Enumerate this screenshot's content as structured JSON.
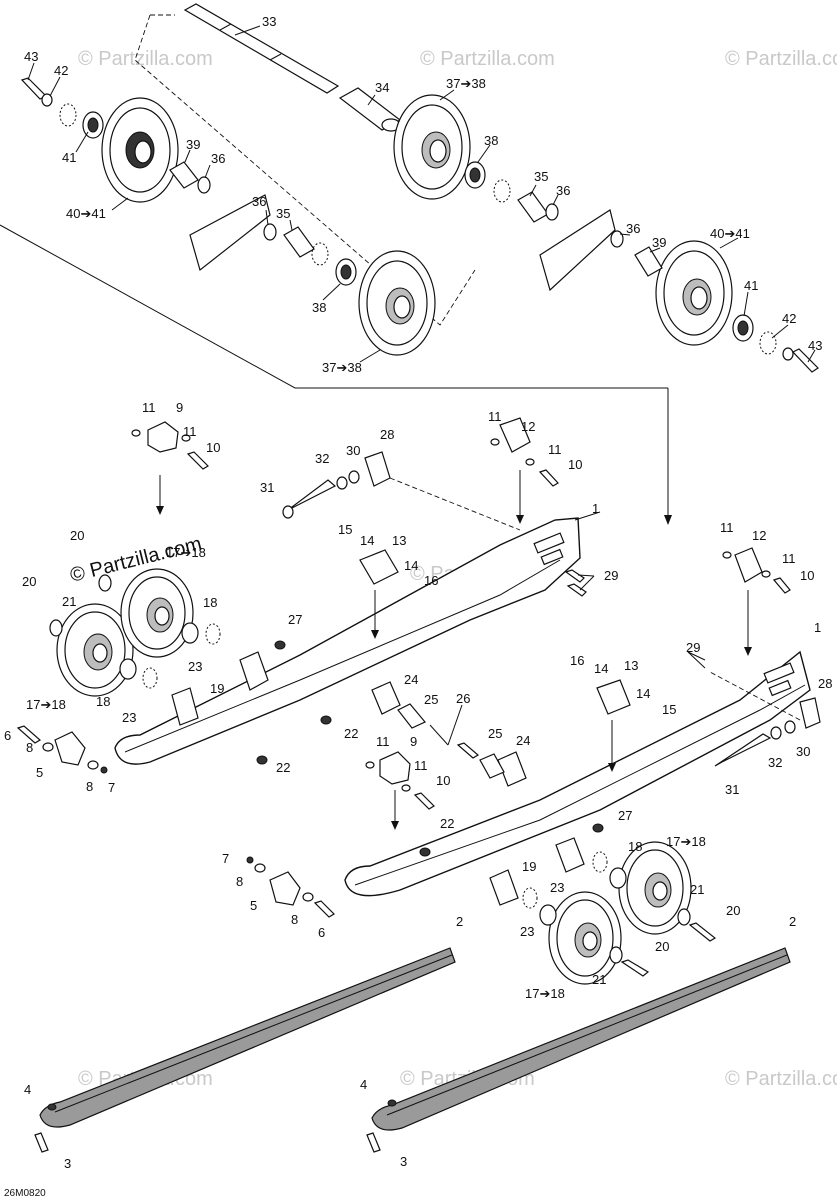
{
  "diagram": {
    "code": "26M0820",
    "watermark_text": "© Partzilla.com",
    "watermark_text_dark": "© Partzilla.com",
    "callouts": {
      "c1": "33",
      "c2": "43",
      "c3": "42",
      "c4": "34",
      "c5": "37➔38",
      "c6": "41",
      "c7": "39",
      "c8": "36",
      "c9": "38",
      "c10": "35",
      "c11": "36",
      "c12": "40➔41",
      "c13": "36",
      "c14": "35",
      "c15": "36",
      "c16": "39",
      "c17": "40➔41",
      "c18": "41",
      "c19": "38",
      "c20": "42",
      "c21": "43",
      "c22": "37➔38",
      "c23": "11",
      "c24": "9",
      "c25": "11",
      "c26": "10",
      "c27": "28",
      "c28": "30",
      "c29": "32",
      "c30": "31",
      "c31": "11",
      "c32": "12",
      "c33": "11",
      "c34": "10",
      "c35": "1",
      "c36": "11",
      "c37": "12",
      "c38": "11",
      "c39": "10",
      "c40": "20",
      "c41": "17➔18",
      "c42": "20",
      "c43": "21",
      "c44": "18",
      "c45": "15",
      "c46": "14",
      "c47": "13",
      "c48": "14",
      "c49": "16",
      "c50": "29",
      "c51": "27",
      "c52": "17➔18",
      "c53": "18",
      "c54": "23",
      "c55": "19",
      "c56": "23",
      "c57": "24",
      "c58": "25",
      "c59": "26",
      "c60": "22",
      "c61": "22",
      "c62": "6",
      "c63": "8",
      "c64": "5",
      "c65": "8",
      "c66": "7",
      "c67": "1",
      "c68": "16",
      "c69": "14",
      "c70": "13",
      "c71": "29",
      "c72": "14",
      "c73": "15",
      "c74": "28",
      "c75": "30",
      "c76": "32",
      "c77": "31",
      "c78": "11",
      "c79": "9",
      "c80": "11",
      "c81": "10",
      "c82": "25",
      "c83": "24",
      "c84": "22",
      "c85": "27",
      "c86": "17➔18",
      "c87": "18",
      "c88": "19",
      "c89": "23",
      "c90": "21",
      "c91": "20",
      "c92": "23",
      "c93": "20",
      "c94": "17➔18",
      "c95": "21",
      "c96": "7",
      "c97": "8",
      "c98": "5",
      "c99": "8",
      "c100": "6",
      "c101": "2",
      "c102": "2",
      "c103": "4",
      "c104": "3",
      "c105": "4",
      "c106": "3"
    }
  }
}
